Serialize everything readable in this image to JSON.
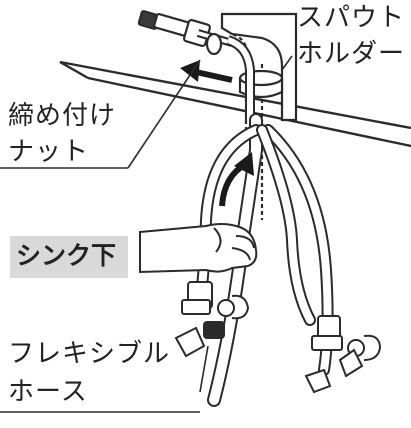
{
  "labels": {
    "spout_holder_line1": "スパウト",
    "spout_holder_line2": "ホルダー",
    "nut_line1": "締め付け",
    "nut_line2": "ナット",
    "under_sink": "シンク下",
    "hose_line1": "フレキシブル",
    "hose_line2": "ホース"
  },
  "colors": {
    "line": "#2b2b2b",
    "hose_fill": "#ffffff",
    "tag_bg": "#d9d9d9",
    "shading": "#9a9a9a"
  }
}
